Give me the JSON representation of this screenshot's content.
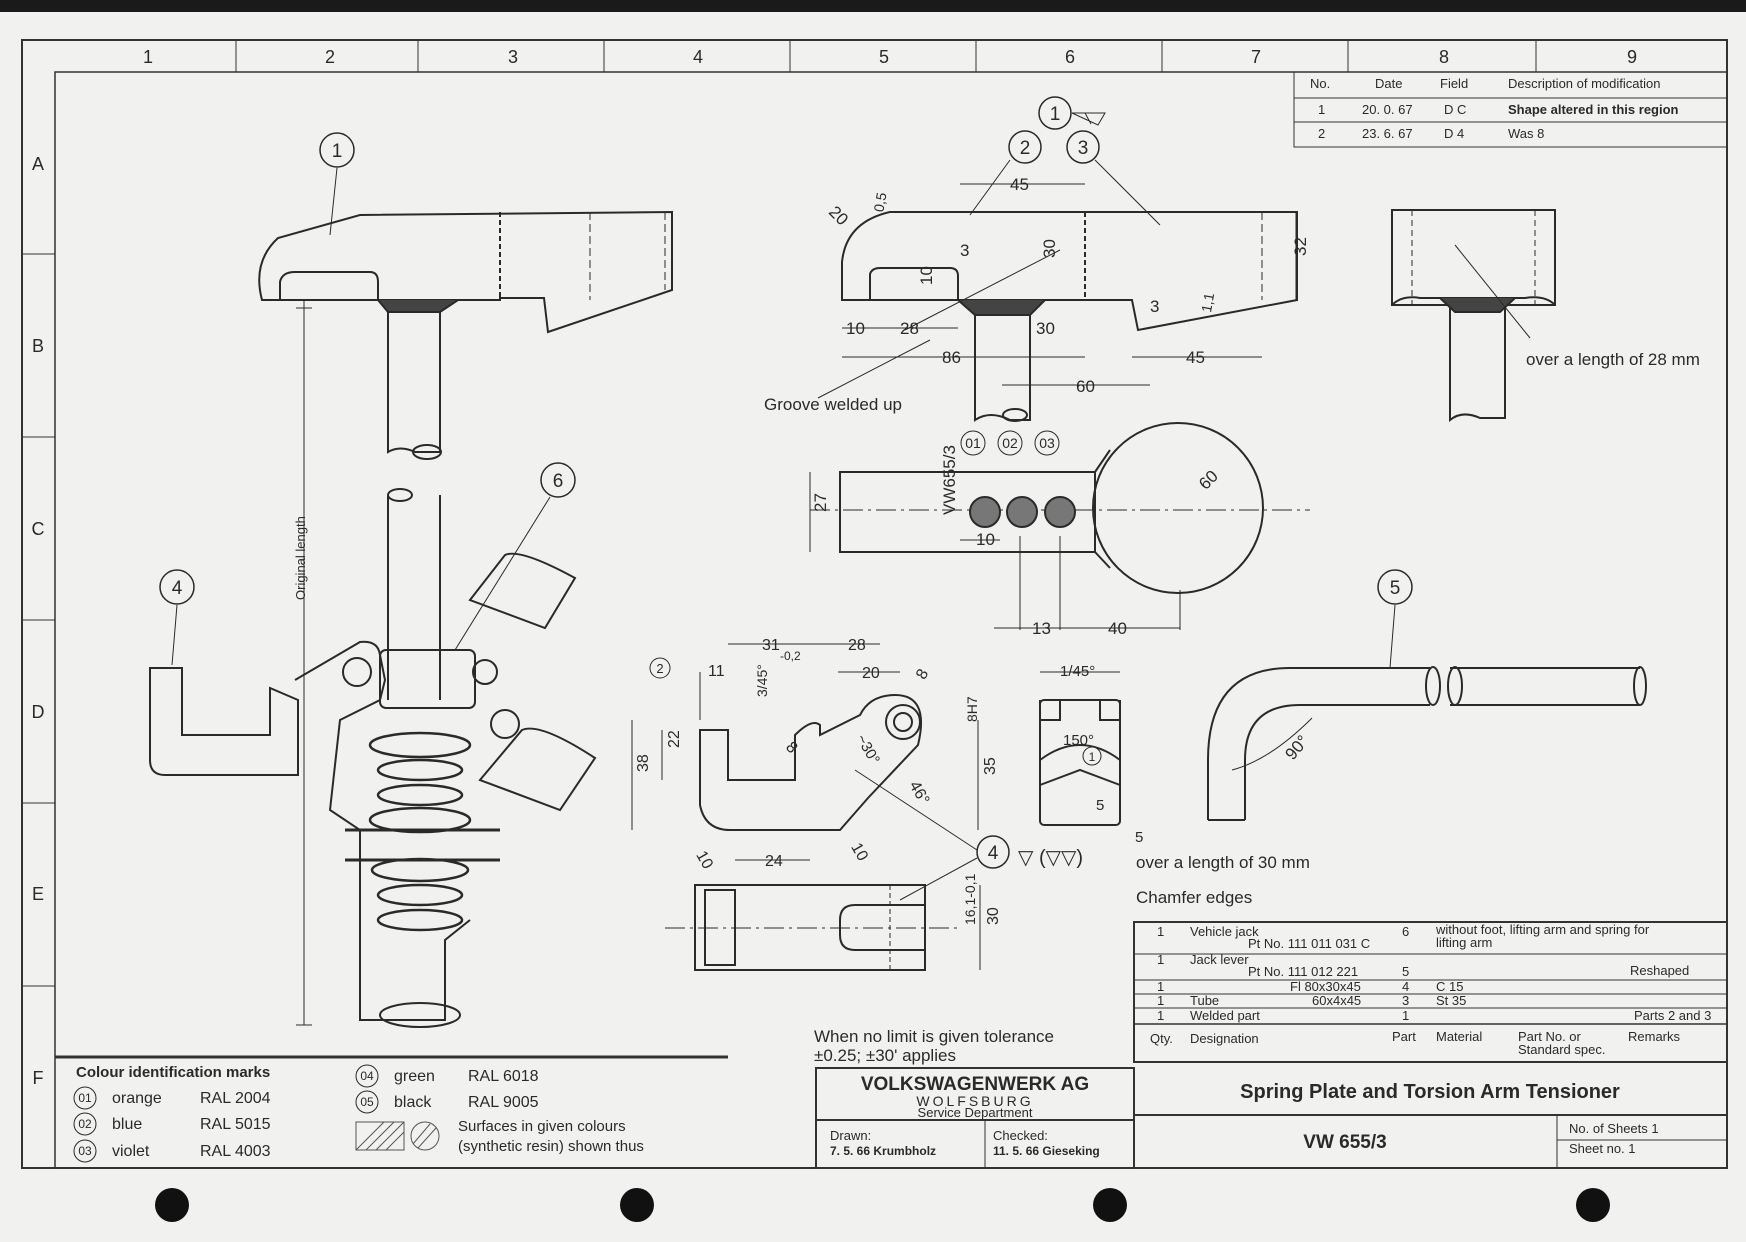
{
  "grid": {
    "columns": [
      "1",
      "2",
      "3",
      "4",
      "5",
      "6",
      "7",
      "8",
      "9"
    ],
    "rows": [
      "A",
      "B",
      "C",
      "D",
      "E",
      "F"
    ]
  },
  "revisions": {
    "headers": [
      "No.",
      "Date",
      "Field",
      "Description of modification"
    ],
    "rows": [
      [
        "1",
        "20. 0. 67",
        "D C",
        "Shape altered in this region"
      ],
      [
        "2",
        "23. 6. 67",
        "D 4",
        "Was 8"
      ]
    ]
  },
  "callouts": {
    "one": "1",
    "two": "2",
    "three": "3",
    "four": "4",
    "five": "5",
    "six": "6",
    "c01": "01",
    "c02": "02",
    "c03": "03",
    "c04": "04",
    "c05": "05"
  },
  "dimensions": {
    "d45_top": "45",
    "d20": "20",
    "d0_5": "0,5",
    "d3_a": "3",
    "d10_a": "10",
    "d30_a": "30",
    "d32": "32",
    "d3_b": "3",
    "d1_1": "1,1",
    "d10_b": "10",
    "d28_a": "28",
    "d30_b": "30",
    "d86": "86",
    "d45_b": "45",
    "d60_a": "60",
    "d27": "27",
    "stamp": "VW655/3",
    "d10_c": "10",
    "d60_dia": "60",
    "d13": "13",
    "d40": "40",
    "d31": "31",
    "d0_2": "-0,2",
    "d28_b": "28",
    "d11": "11",
    "d20_b": "20",
    "d8_a": "8",
    "d3_45": "3/45°",
    "d22": "22",
    "d8h7": "8H7",
    "d38": "38",
    "d30deg": "~30°",
    "d8_b": "8",
    "d46": "46°",
    "d35": "35",
    "d10_d": "10",
    "d10_e": "10",
    "d1_45": "1/45°",
    "d150": "150°",
    "d5": "5",
    "d5_b": "5",
    "d24": "24",
    "d16": "16,1-0,1",
    "d30_c": "30",
    "d90": "90°"
  },
  "notes": {
    "original_length": "Original length",
    "groove": "Groove welded up",
    "over28": "over a length of 28 mm",
    "over30": "over a length of 30 mm",
    "chamfer": "Chamfer edges",
    "tolerance_1": "When no limit is given tolerance",
    "tolerance_2": "±0.25; ±30' applies",
    "surface_sym": "▽ (▽▽)"
  },
  "colours": {
    "title": "Colour identification marks",
    "items": [
      {
        "code": "01",
        "name": "orange",
        "ral": "RAL 2004"
      },
      {
        "code": "02",
        "name": "blue",
        "ral": "RAL 5015"
      },
      {
        "code": "03",
        "name": "violet",
        "ral": "RAL 4003"
      },
      {
        "code": "04",
        "name": "green",
        "ral": "RAL 6018"
      },
      {
        "code": "05",
        "name": "black",
        "ral": "RAL 9005"
      }
    ],
    "surfaces_1": "Surfaces in given colours",
    "surfaces_2": "(synthetic resin) shown thus"
  },
  "company": {
    "name": "VOLKSWAGENWERK AG",
    "city": "WOLFSBURG",
    "dept": "Service Department",
    "drawn_label": "Drawn:",
    "drawn_value": "7. 5. 66 Krumbholz",
    "checked_label": "Checked:",
    "checked_value": "11. 5. 66 Gieseking"
  },
  "parts_list": {
    "rows": [
      {
        "qty": "1",
        "designation": "Vehicle jack",
        "designation2": "Pt No. 111 011 031 C",
        "part": "6",
        "material": "without foot, lifting arm and spring for",
        "material2": "lifting arm",
        "remarks": ""
      },
      {
        "qty": "1",
        "designation": "Jack lever",
        "designation2": "Pt No. 111 012 221",
        "part": "5",
        "material": "",
        "material2": "",
        "remarks": "Reshaped"
      },
      {
        "qty": "1",
        "designation": "",
        "designation2": "Fl 80x30x45",
        "part": "4",
        "material": "C 15",
        "material2": "",
        "remarks": ""
      },
      {
        "qty": "1",
        "designation": "Tube",
        "designation2": "60x4x45",
        "part": "3",
        "material": "St 35",
        "material2": "",
        "remarks": ""
      },
      {
        "qty": "1",
        "designation": "Welded part",
        "designation2": "",
        "part": "1",
        "material": "",
        "material2": "",
        "remarks": "Parts 2 and 3"
      }
    ],
    "headers": {
      "qty": "Qty.",
      "designation": "Designation",
      "part": "Part",
      "material": "Material",
      "partno": "Part No. or",
      "partno2": "Standard spec.",
      "remarks": "Remarks"
    }
  },
  "title_block": {
    "title": "Spring Plate and Torsion Arm Tensioner",
    "drawing_no": "VW 655/3",
    "sheets": "No. of Sheets 1",
    "sheet_no": "Sheet no. 1"
  }
}
